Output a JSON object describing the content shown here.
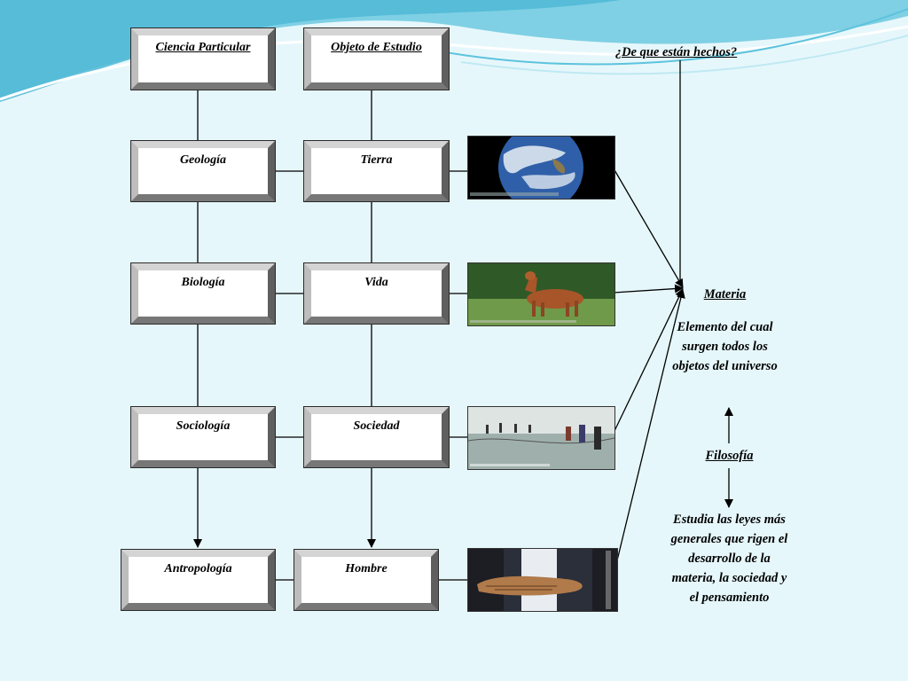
{
  "columns": {
    "ciencia": "Ciencia Particular",
    "objeto": "Objeto de Estudio"
  },
  "rows": [
    {
      "ciencia": "Geología",
      "objeto": "Tierra",
      "photo": "earth-photo"
    },
    {
      "ciencia": "Biología",
      "objeto": "Vida",
      "photo": "deer-photo"
    },
    {
      "ciencia": "Sociología",
      "objeto": "Sociedad",
      "photo": "fishermen-photo"
    },
    {
      "ciencia": "Antropología",
      "objeto": "Hombre",
      "photo": "mummy-photo"
    }
  ],
  "question": "¿De que están hechos?",
  "materia": {
    "title": "Materia",
    "description": "Elemento del cual\nsurgen todos los\nobjetos del universo"
  },
  "filosofia": {
    "title": "Filosofía",
    "description": "Estudia las leyes  más\ngenerales que rigen el\ndesarrollo de la\nmateria, la sociedad y\nel pensamiento"
  },
  "colors": {
    "background": "#e6f7fb",
    "wave": "#5cc3dd",
    "connector": "#000000"
  }
}
